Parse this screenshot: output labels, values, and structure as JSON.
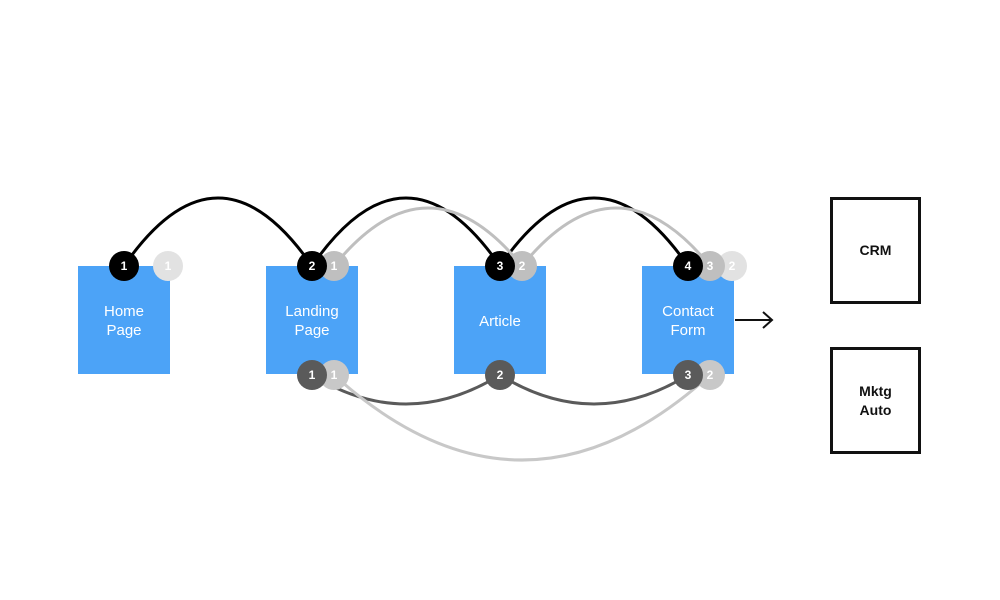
{
  "pages": [
    {
      "id": "home",
      "label": "Home\nPage"
    },
    {
      "id": "landing",
      "label": "Landing\nPage"
    },
    {
      "id": "article",
      "label": "Article"
    },
    {
      "id": "contact",
      "label": "Contact\nForm"
    }
  ],
  "destinations": [
    {
      "id": "crm",
      "label": "CRM"
    },
    {
      "id": "mktg",
      "label": "Mktg\nAuto"
    }
  ],
  "journeys": [
    {
      "id": "path-black",
      "color": "#000000",
      "text_color": "#ffffff",
      "steps": [
        {
          "page": "home",
          "step": "1"
        },
        {
          "page": "landing",
          "step": "2"
        },
        {
          "page": "article",
          "step": "3"
        },
        {
          "page": "contact",
          "step": "4"
        }
      ]
    },
    {
      "id": "path-light-gray",
      "color": "#bfbfbf",
      "text_color": "#ffffff",
      "steps": [
        {
          "page": "landing",
          "step": "1"
        },
        {
          "page": "article",
          "step": "2"
        },
        {
          "page": "contact",
          "step": "3"
        }
      ]
    },
    {
      "id": "path-pale-gray",
      "color": "#e2e2e2",
      "text_color": "#ffffff",
      "steps": [
        {
          "page": "home",
          "step": "1"
        },
        {
          "page": "contact",
          "step": "2"
        }
      ]
    },
    {
      "id": "path-dark-gray",
      "color": "#5a5a5a",
      "text_color": "#ffffff",
      "steps": [
        {
          "page": "landing",
          "step": "1"
        },
        {
          "page": "article",
          "step": "2"
        },
        {
          "page": "contact",
          "step": "3"
        }
      ]
    },
    {
      "id": "path-bottom-gray",
      "color": "#c8c8c8",
      "text_color": "#ffffff",
      "steps": [
        {
          "page": "landing",
          "step": "1"
        },
        {
          "page": "contact",
          "step": "2"
        }
      ]
    }
  ],
  "colors": {
    "page_box": "#4ca3f7",
    "arrow": "#111111"
  }
}
